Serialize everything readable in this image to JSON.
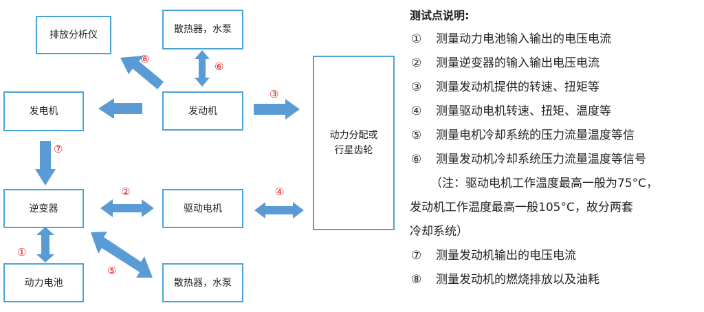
{
  "diagram": {
    "boxes": {
      "emission_analyzer": "排放分析仪",
      "radiator_pump_top": "散热器，水泵",
      "generator": "发电机",
      "engine": "发动机",
      "power_split": "动力分配或\n行星齿轮",
      "inverter": "逆变器",
      "drive_motor": "驱动电机",
      "battery": "动力电池",
      "radiator_pump_bottom": "散热器，水泵"
    },
    "markers": {
      "m1": "①",
      "m2": "②",
      "m3": "③",
      "m4": "④",
      "m5": "⑤",
      "m6": "⑥",
      "m7": "⑦",
      "m8": "⑧"
    },
    "colors": {
      "box_border": "#4aa3d6",
      "arrow_fill": "#5b9bd5",
      "marker": "#e02020"
    }
  },
  "notes": {
    "title": "测试点说明:",
    "items": [
      {
        "marker": "①",
        "text": "测量动力电池输入输出的电压电流"
      },
      {
        "marker": "②",
        "text": "测量逆变器的输入输出电压电流"
      },
      {
        "marker": "③",
        "text": "测量发动机提供的转速、扭矩等"
      },
      {
        "marker": "④",
        "text": "测量驱动电机转速、扭矩、温度等"
      },
      {
        "marker": "⑤",
        "text": "测量电机冷却系统的压力流量温度等信"
      },
      {
        "marker": "⑥",
        "text": "测量发动机冷却系统压力流量温度等信号"
      }
    ],
    "remark_lines": [
      "（注：驱动电机工作温度最高一般为75°C，",
      "发动机工作温度最高一般105°C，故分两套",
      "冷却系统）"
    ],
    "items_after": [
      {
        "marker": "⑦",
        "text": "测量发动机输出的电压电流"
      },
      {
        "marker": "⑧",
        "text": "测量发动机的燃烧排放以及油耗"
      }
    ]
  }
}
